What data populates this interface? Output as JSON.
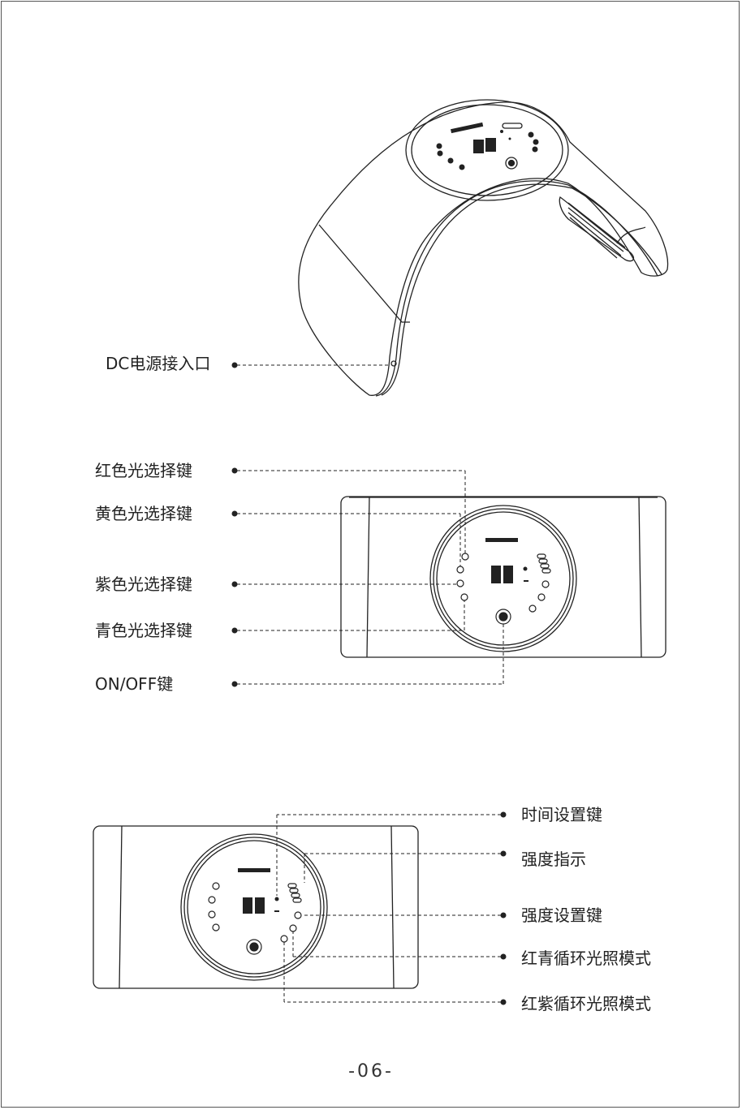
{
  "top_view": {
    "dc_port_label": "DC电源接入口"
  },
  "front_view": {
    "labels": [
      "红色光选择键",
      "黄色光选择键",
      "紫色光选择键",
      "青色光选择键",
      "ON/OFF键"
    ]
  },
  "back_view": {
    "labels": [
      "时间设置键",
      "强度指示",
      "强度设置键",
      "红青循环光照模式",
      "红紫循环光照模式"
    ]
  },
  "page_number": "-06-"
}
